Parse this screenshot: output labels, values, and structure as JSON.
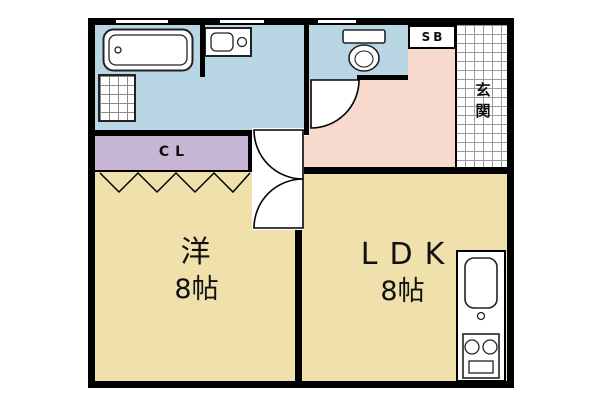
{
  "floorplan": {
    "rooms": {
      "western": {
        "name": "洋",
        "size": "8帖"
      },
      "ldk": {
        "name": "LDK",
        "size": "8帖"
      },
      "closet": {
        "label": "CL"
      },
      "shoebox": {
        "label": "SB"
      },
      "entrance": {
        "label": "玄関"
      }
    },
    "fixtures": [
      "bathtub",
      "shower-pan",
      "washbasin",
      "toilet",
      "kitchen-sink",
      "stove"
    ],
    "colors": {
      "wall": "#000000",
      "wet_area": "#b9d6e4",
      "hallway": "#f7d9cd",
      "closet": "#c7b5d6",
      "room": "#f0e1ac",
      "tile_line": "#9a9a9a"
    }
  }
}
